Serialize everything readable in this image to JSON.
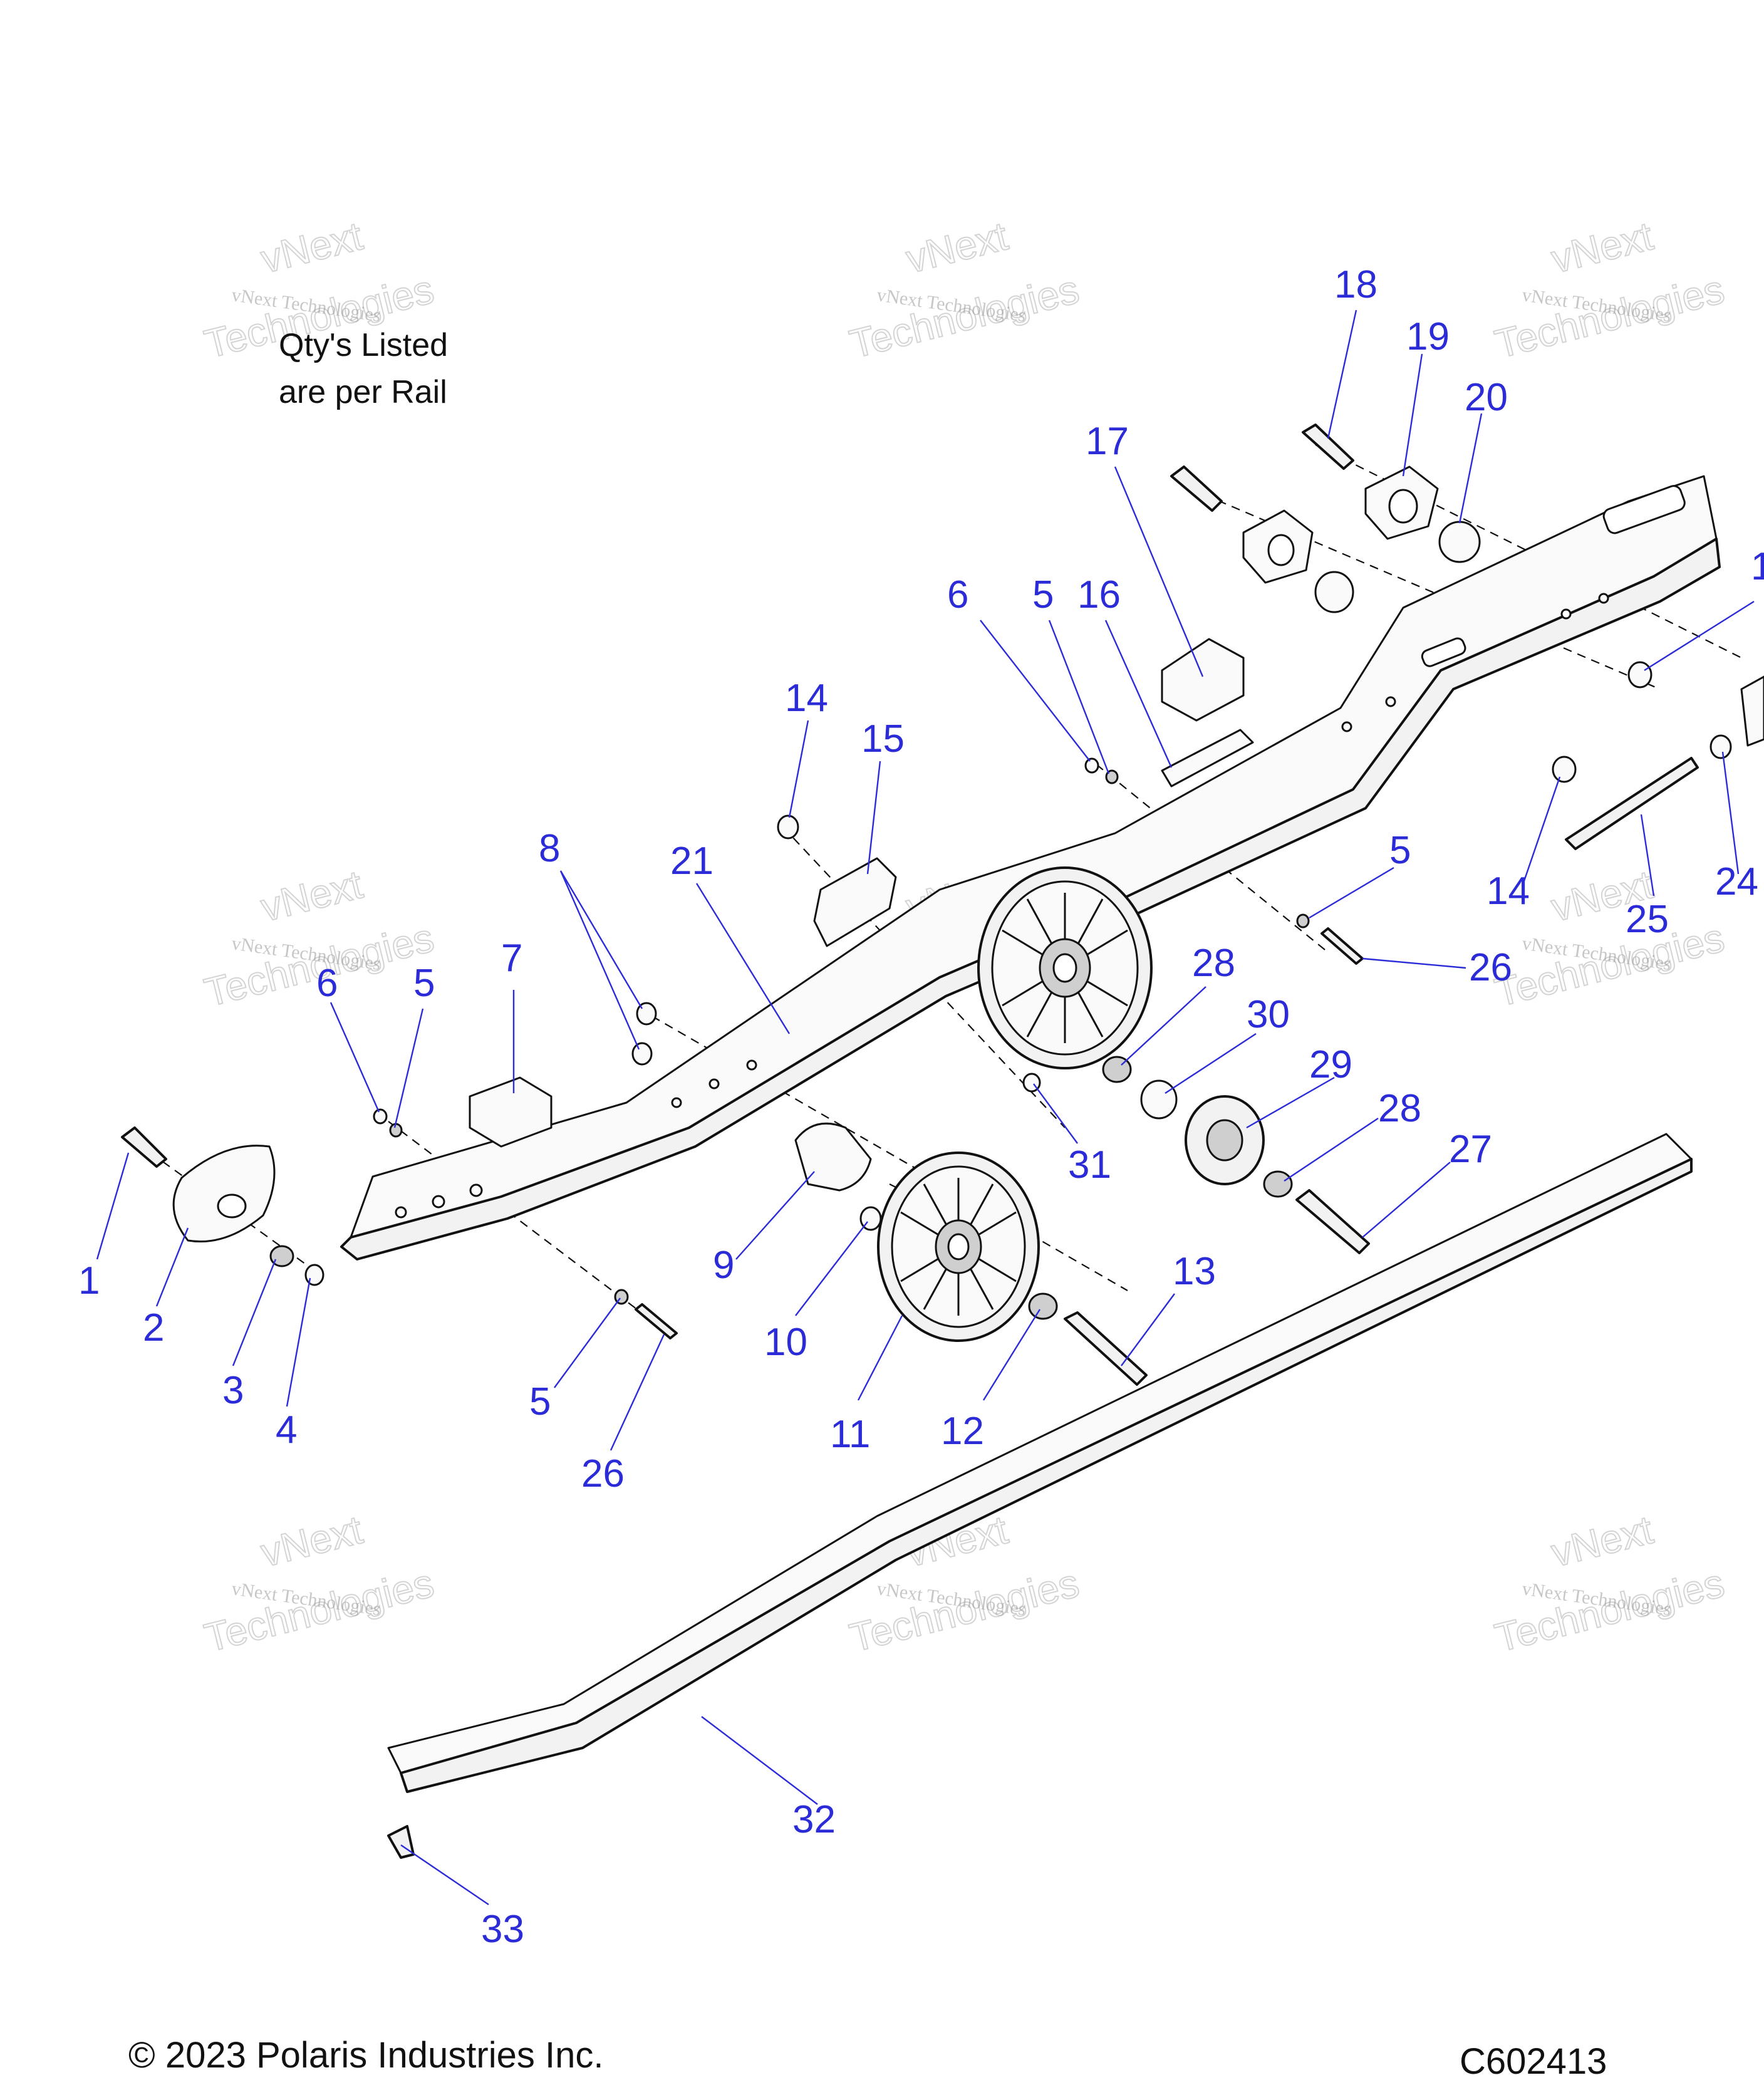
{
  "note": {
    "line1": "Qty's Listed",
    "line2": "are per Rail"
  },
  "footer": {
    "copyright": "© 2023 Polaris Industries Inc.",
    "code": "C602413"
  },
  "watermark": {
    "line1": "vNext Technologies",
    "line2": "vNext",
    "line3": "Technologies"
  },
  "callouts": [
    "1",
    "2",
    "3",
    "4",
    "5",
    "5",
    "5",
    "5",
    "6",
    "6",
    "7",
    "8",
    "9",
    "10",
    "11",
    "12",
    "13",
    "14",
    "14",
    "15",
    "16",
    "17",
    "18",
    "19",
    "20",
    "21",
    "24",
    "25",
    "26",
    "26",
    "27",
    "28",
    "28",
    "29",
    "30",
    "31",
    "32",
    "33",
    "1"
  ],
  "colors": {
    "callout": "#2b2bd8",
    "line": "#111111"
  }
}
